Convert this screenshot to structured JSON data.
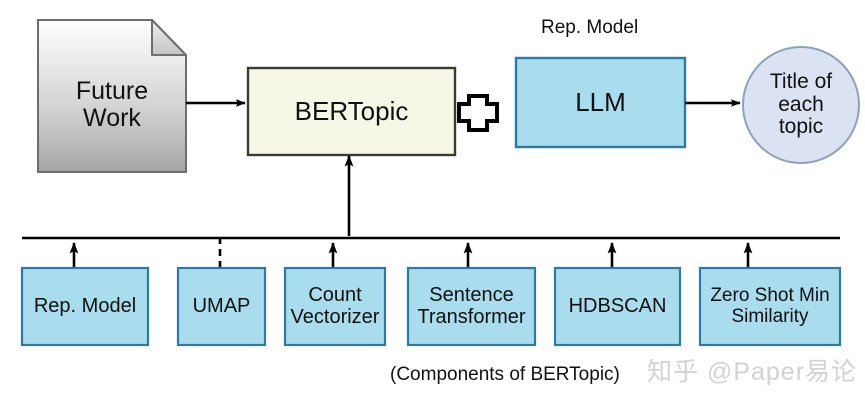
{
  "figure": {
    "caption": "(Components of BERTopic)",
    "watermark": "知乎 @Paper易论",
    "background": "#ffffff"
  },
  "colors": {
    "doc_fill_top": "#ffffff",
    "doc_fill_bottom": "#a9a9a9",
    "doc_border": "#6e6e6e",
    "bertopic_fill": "#f7f7e8",
    "bertopic_border": "#3b3b34",
    "blue_fill": "#a9dced",
    "blue_border": "#2b7ba6",
    "circle_fill": "#dbe3f2",
    "circle_border": "#8fa2bc",
    "line": "#000000",
    "plus_fill": "#ffffff",
    "plus_stroke": "#000000",
    "caption_text": "#111111",
    "watermark_text": "#d2d2d2"
  },
  "pipeline": {
    "input_document": {
      "label": "Future\nWork",
      "shape": "document"
    },
    "core_box": {
      "label": "BERTopic",
      "shape": "rectangle"
    },
    "combiner": {
      "label": "+",
      "icon": "plus-icon"
    },
    "rep_model": {
      "caption_above": "Rep. Model",
      "label": "LLM",
      "shape": "rectangle"
    },
    "output": {
      "label": "Title of\neach\ntopic",
      "shape": "circle"
    }
  },
  "components": {
    "title": "(Components of BERTopic)",
    "items": [
      {
        "label": "Rep. Model",
        "connector": "solid-arrow"
      },
      {
        "label": "UMAP",
        "connector": "dashed-line"
      },
      {
        "label": "Count\nVectorizer",
        "connector": "solid-arrow"
      },
      {
        "label": "Sentence\nTransformer",
        "connector": "solid-arrow"
      },
      {
        "label": "HDBSCAN",
        "connector": "solid-arrow"
      },
      {
        "label": "Zero Shot Min\nSimilarity",
        "connector": "solid-arrow"
      }
    ]
  },
  "connections": [
    {
      "from": "input_document",
      "to": "core_box",
      "style": "solid-arrow",
      "direction": "right"
    },
    {
      "from": "rep_model",
      "to": "output",
      "style": "solid-arrow",
      "direction": "right"
    },
    {
      "from": "components_bus",
      "to": "core_box",
      "style": "solid-arrow",
      "direction": "up"
    }
  ]
}
